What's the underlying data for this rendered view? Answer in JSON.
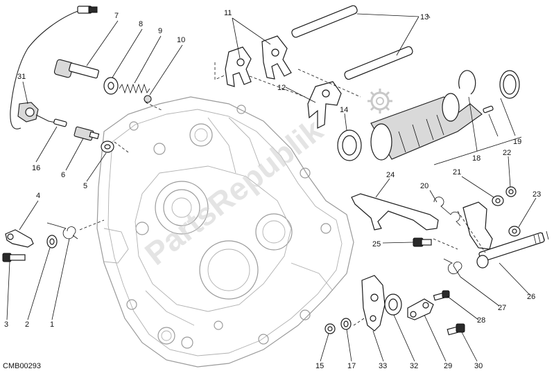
{
  "diagram": {
    "drawing_code": "CMB00293",
    "watermark": "PartsRepublik",
    "callouts": [
      "1",
      "2",
      "3",
      "4",
      "5",
      "6",
      "7",
      "8",
      "9",
      "10",
      "11",
      "12",
      "13",
      "14",
      "15",
      "16",
      "17",
      "18",
      "19",
      "20",
      "21",
      "22",
      "23",
      "24",
      "25",
      "26",
      "27",
      "28",
      "29",
      "30",
      "31",
      "32",
      "33"
    ]
  }
}
